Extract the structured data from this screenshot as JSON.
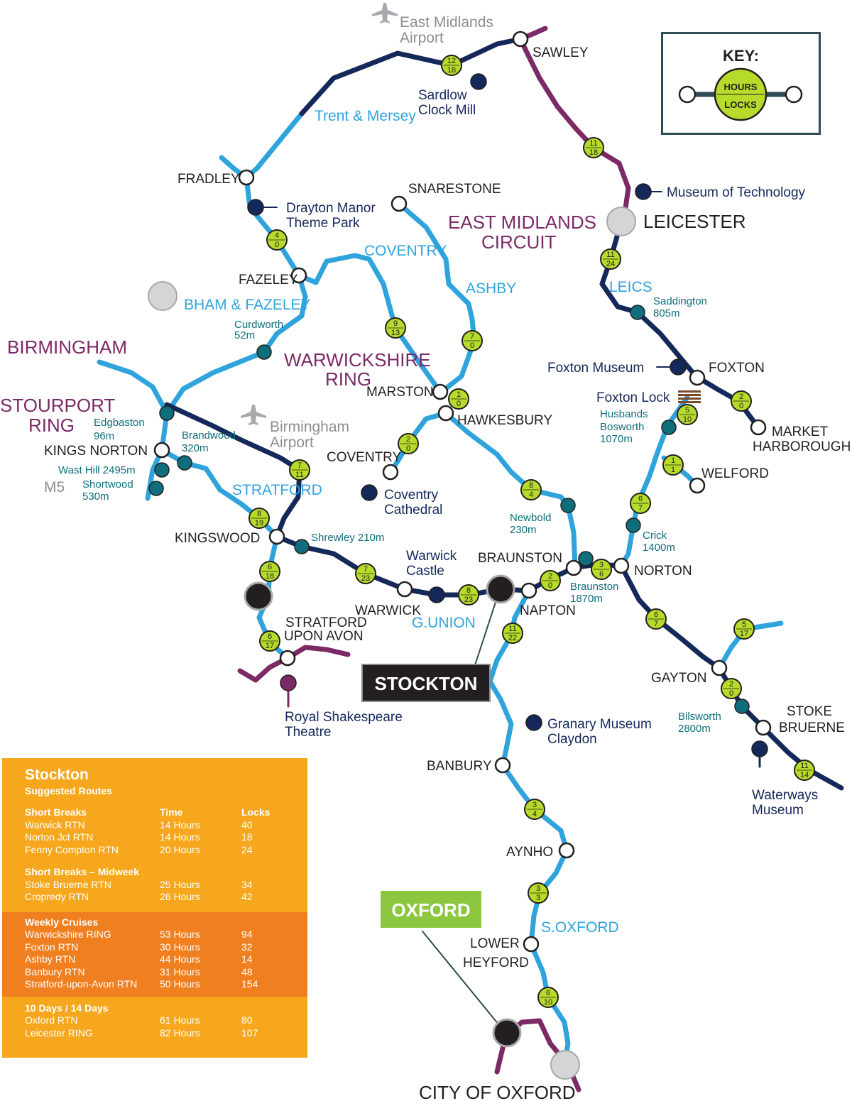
{
  "map": {
    "title_key": "KEY:",
    "key_hours": "HOURS",
    "key_locks": "LOCKS",
    "colors": {
      "canal": "#2fa3dc",
      "ring_navy": "#14285a",
      "ring_purple": "#7b2a66",
      "chip": "#b6db2a",
      "tunnel": "#0e6e7b",
      "attraction": "#14285a",
      "city": "#d4d5d6",
      "hire_base": "#231f20"
    },
    "places": {
      "sawley": "SAWLEY",
      "fradley": "FRADLEY",
      "snarestone": "SNARESTONE",
      "fazeley": "FAZELEY",
      "marston": "MARSTON",
      "hawkesbury": "HAWKESBURY",
      "coventry": "COVENTRY",
      "kings_norton": "KINGS NORTON",
      "kingswood": "KINGSWOOD",
      "warwick": "WARWICK",
      "braunston": "BRAUNSTON",
      "napton": "NAPTON",
      "norton": "NORTON",
      "foxton": "FOXTON",
      "market_harborough_1": "MARKET",
      "market_harborough_2": "HARBOROUGH",
      "welford": "WELFORD",
      "gayton": "GAYTON",
      "stoke_bruerne_1": "STOKE",
      "stoke_bruerne_2": "BRUERNE",
      "stratford_1": "STRATFORD",
      "stratford_2": "UPON AVON",
      "banbury": "BANBURY",
      "aynho": "AYNHO",
      "lower_heyford_1": "LOWER",
      "lower_heyford_2": "HEYFORD",
      "leicester": "LEICESTER",
      "city_of_oxford": "CITY OF OXFORD"
    },
    "canals": {
      "trent_mersey": "Trent & Mersey",
      "coventry": "COVENTRY",
      "ashby": "ASHBY",
      "bham_fazeley": "BHAM & FAZELEY",
      "leics": "LEICS",
      "stratford": "STRATFORD",
      "g_union": "G.UNION",
      "s_oxford": "S.OXFORD"
    },
    "regions": {
      "east_midlands_1": "EAST MIDLANDS",
      "east_midlands_2": "CIRCUIT",
      "birmingham": "BIRMINGHAM",
      "warwickshire_1": "WARWICKSHIRE",
      "warwickshire_2": "RING",
      "stourport_1": "STOURPORT",
      "stourport_2": "RING"
    },
    "airports": {
      "em_1": "East Midlands",
      "em_2": "Airport",
      "bham_1": "Birmingham",
      "bham_2": "Airport",
      "m5": "M5"
    },
    "attractions": {
      "sardlow_1": "Sardlow",
      "sardlow_2": "Clock Mill",
      "drayton_1": "Drayton Manor",
      "drayton_2": "Theme Park",
      "museum_tech": "Museum of Technology",
      "foxton_museum": "Foxton Museum",
      "foxton_lock": "Foxton Lock",
      "coventry_cath_1": "Coventry",
      "coventry_cath_2": "Cathedral",
      "warwick_castle_1": "Warwick",
      "warwick_castle_2": "Castle",
      "rst_1": "Royal Shakespeare",
      "rst_2": "Theatre",
      "granary_1": "Granary Museum",
      "granary_2": "Claydon",
      "waterways_1": "Waterways",
      "waterways_2": "Museum"
    },
    "tunnels": {
      "curdworth_1": "Curdworth",
      "curdworth_2": "52m",
      "saddington_1": "Saddington",
      "saddington_2": "805m",
      "edgbaston_1": "Edgbaston",
      "edgbaston_2": "96m",
      "brandwood_1": "Brandwood",
      "brandwood_2": "320m",
      "wast_hill": "Wast Hill 2495m",
      "shortwood_1": "Shortwood",
      "shortwood_2": "530m",
      "husbands_1": "Husbands",
      "husbands_2": "Bosworth",
      "husbands_3": "1070m",
      "newbold_1": "Newbold",
      "newbold_2": "230m",
      "shrewley": "Shrewley 210m",
      "crick_1": "Crick",
      "crick_2": "1400m",
      "braunston_1": "Braunston",
      "braunston_2": "1870m",
      "bilsworth_1": "Bilsworth",
      "bilsworth_2": "2800m"
    },
    "badges": {
      "stockton": "STOCKTON",
      "oxford": "OXFORD"
    },
    "segments": [
      {
        "hours": "12",
        "locks": "18"
      },
      {
        "hours": "11",
        "locks": "18"
      },
      {
        "hours": "4",
        "locks": "0"
      },
      {
        "hours": "11",
        "locks": "24"
      },
      {
        "hours": "9",
        "locks": "13"
      },
      {
        "hours": "7",
        "locks": "0"
      },
      {
        "hours": "1",
        "locks": "0"
      },
      {
        "hours": "2",
        "locks": "0"
      },
      {
        "hours": "5",
        "locks": "10"
      },
      {
        "hours": "2",
        "locks": "0"
      },
      {
        "hours": "7",
        "locks": "11"
      },
      {
        "hours": "1",
        "locks": "1"
      },
      {
        "hours": "8",
        "locks": "4"
      },
      {
        "hours": "6",
        "locks": "7"
      },
      {
        "hours": "8",
        "locks": "19"
      },
      {
        "hours": "6",
        "locks": "18"
      },
      {
        "hours": "7",
        "locks": "23"
      },
      {
        "hours": "8",
        "locks": "23"
      },
      {
        "hours": "2",
        "locks": "0"
      },
      {
        "hours": "3",
        "locks": "6"
      },
      {
        "hours": "11",
        "locks": "22"
      },
      {
        "hours": "6",
        "locks": "7"
      },
      {
        "hours": "5",
        "locks": "17"
      },
      {
        "hours": "6",
        "locks": "17"
      },
      {
        "hours": "2",
        "locks": "0"
      },
      {
        "hours": "11",
        "locks": "14"
      },
      {
        "hours": "3",
        "locks": "4"
      },
      {
        "hours": "3",
        "locks": "3"
      },
      {
        "hours": "6",
        "locks": "10"
      }
    ]
  },
  "routes": {
    "title": "Stockton",
    "subtitle": "Suggested Routes",
    "sections": [
      {
        "heading": [
          "Short Breaks",
          "Time",
          "Locks"
        ],
        "rows": [
          [
            "Warwick  RTN",
            "14 Hours",
            "40"
          ],
          [
            "Norton Jct  RTN",
            "14 Hours",
            "18"
          ],
          [
            "Fenny Compton  RTN",
            "20 Hours",
            "24"
          ]
        ]
      },
      {
        "heading": [
          "Short Breaks – Midweek",
          "",
          ""
        ],
        "rows": [
          [
            "Stoke Bruerne  RTN",
            "25 Hours",
            "34"
          ],
          [
            "Cropredy  RTN",
            "26 Hours",
            "42"
          ]
        ]
      },
      {
        "heading": [
          "Weekly Cruises",
          "",
          ""
        ],
        "rows": [
          [
            "Warwickshire RING",
            "53 Hours",
            "94"
          ],
          [
            "Foxton  RTN",
            "30 Hours",
            "32"
          ],
          [
            "Ashby  RTN",
            "44 Hours",
            "14"
          ],
          [
            "Banbury  RTN",
            "31 Hours",
            "48"
          ],
          [
            "Stratford-upon-Avon  RTN",
            "50 Hours",
            "154"
          ]
        ]
      },
      {
        "heading": [
          "10 Days / 14 Days",
          "",
          ""
        ],
        "rows": [
          [
            "Oxford  RTN",
            "61 Hours",
            "80"
          ],
          [
            "Leicester RING",
            "82 Hours",
            "107"
          ]
        ]
      }
    ]
  }
}
